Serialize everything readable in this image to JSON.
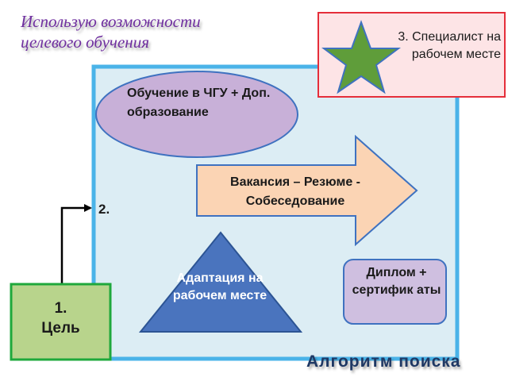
{
  "title": {
    "line1": "Использую возможности",
    "line2": "целевого обучения"
  },
  "specialist": {
    "label": "3. Специалист на рабочем месте"
  },
  "education": {
    "label": "Обучение в ЧГУ + Доп. образование"
  },
  "vacancy": {
    "label": "Вакансия – Резюме - Собеседование"
  },
  "step2": {
    "label": "2."
  },
  "adaptation": {
    "label": "Адаптация на рабочем месте"
  },
  "diploma": {
    "label": "Диплом + сертифик аты"
  },
  "goal": {
    "line1": "1.",
    "line2": "Цель"
  },
  "footer": {
    "label": "Алгоритм поиска"
  },
  "colors": {
    "frame_fill": "#dcedf4",
    "frame_border": "#4ab3e8",
    "ellipse_fill": "#c8b0d8",
    "arrow_fill": "#fbd4b4",
    "triangle_fill": "#4a74be",
    "diploma_fill": "#cfbfe0",
    "goal_fill": "#b8d48c",
    "goal_border": "#1fa83c",
    "star_fill": "#5f9d3a",
    "specialist_fill": "#fde4e6",
    "specialist_border": "#e52e3a",
    "title_color": "#6f2f9f",
    "footer_color": "#1f3864"
  }
}
